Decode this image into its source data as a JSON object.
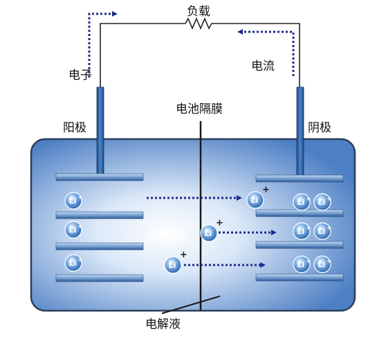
{
  "labels": {
    "load": "负载",
    "electron": "电子",
    "current": "电流",
    "separator": "电池隔膜",
    "anode": "阳极",
    "cathode": "阴极",
    "electrolyte": "电解液"
  },
  "ion": {
    "symbol": "Li",
    "charge": "+"
  },
  "colors": {
    "casing_edge": "#2b3f5a",
    "electrolyte_center": "#ffffff",
    "electrolyte_edge": "#4d7fc4",
    "plate_top": "#c2d8f2",
    "plate_bottom": "#2f5d9a",
    "terminal": "#3366a8",
    "arrow": "#1f2a8c",
    "wire": "#222222",
    "ion": "#3d7fcf"
  },
  "icons": {
    "load": "resistor-icon",
    "ion": "lithium-ion-icon"
  }
}
